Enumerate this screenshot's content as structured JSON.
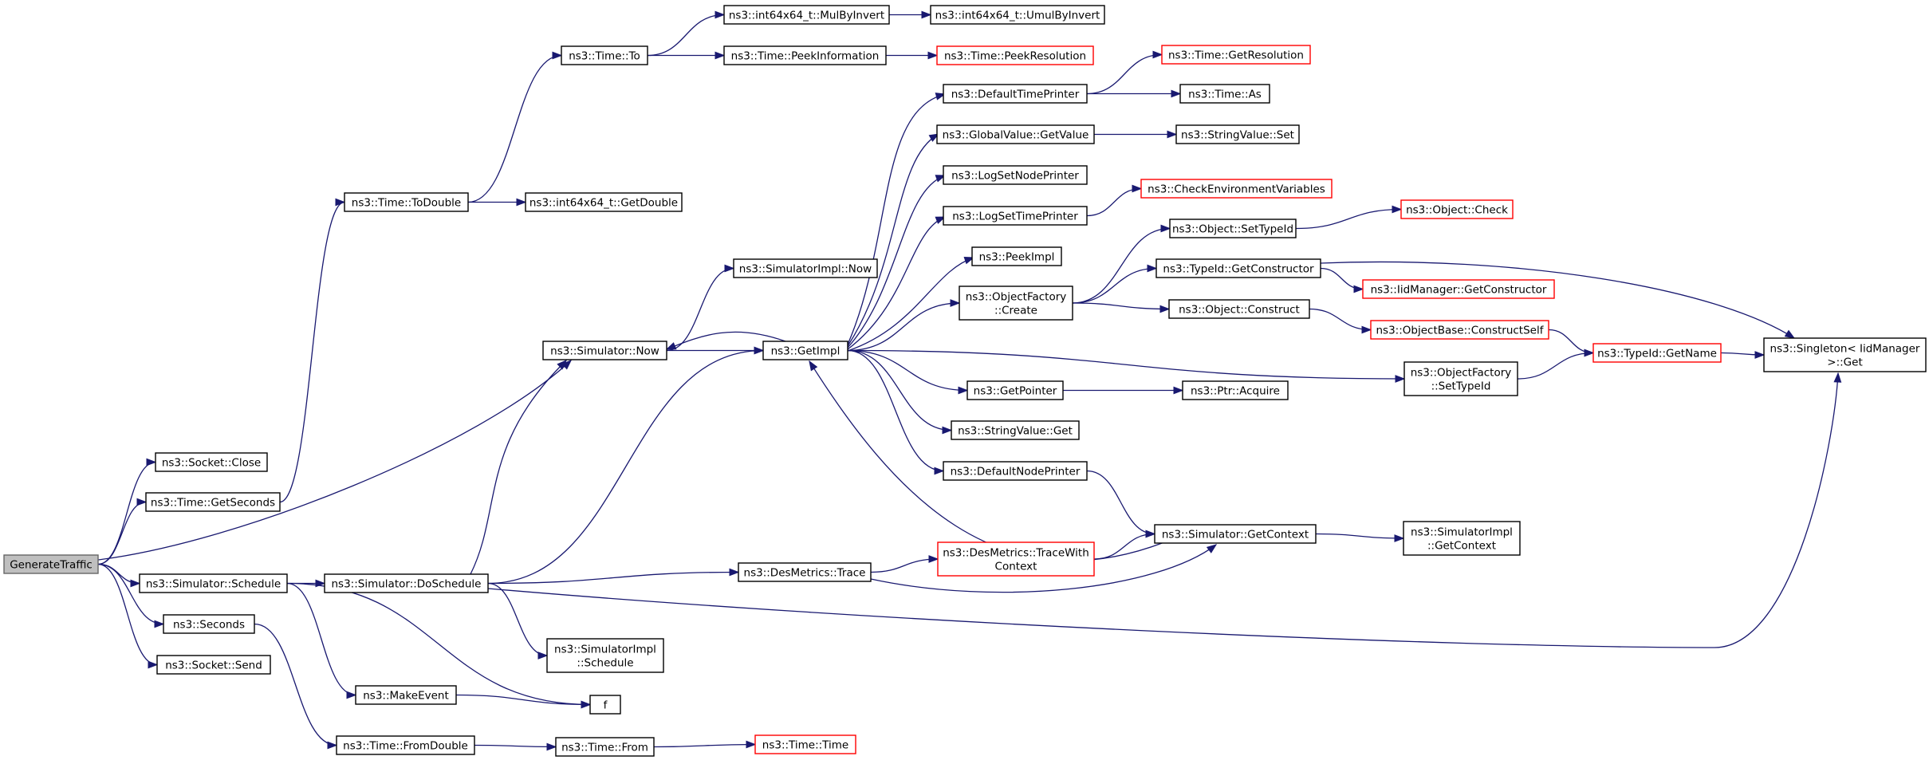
{
  "colors": {
    "edge": "#191970",
    "node_border": "#000000",
    "truncated_border": "#ff0000",
    "root_fill": "#bfbfbf",
    "background": "#ffffff"
  },
  "nodes": {
    "generate_traffic": [
      "GenerateTraffic"
    ],
    "socket_close": [
      "ns3::Socket::Close"
    ],
    "time_getseconds": [
      "ns3::Time::GetSeconds"
    ],
    "simulator_schedule": [
      "ns3::Simulator::Schedule"
    ],
    "seconds": [
      "ns3::Seconds"
    ],
    "socket_send": [
      "ns3::Socket::Send"
    ],
    "time_todouble": [
      "ns3::Time::ToDouble"
    ],
    "simulator_now": [
      "ns3::Simulator::Now"
    ],
    "simulator_doschedule": [
      "ns3::Simulator::DoSchedule"
    ],
    "makeevent": [
      "ns3::MakeEvent"
    ],
    "time_fromdouble": [
      "ns3::Time::FromDouble"
    ],
    "time_to": [
      "ns3::Time::To"
    ],
    "int64_getdouble": [
      "ns3::int64x64_t::GetDouble"
    ],
    "simulatorimpl_schedule": [
      "ns3::SimulatorImpl",
      "::Schedule"
    ],
    "f": [
      "f"
    ],
    "time_from": [
      "ns3::Time::From"
    ],
    "int64_mulbyinvert": [
      "ns3::int64x64_t::MulByInvert"
    ],
    "time_peekinformation": [
      "ns3::Time::PeekInformation"
    ],
    "simulatorimpl_now": [
      "ns3::SimulatorImpl::Now"
    ],
    "getimpl": [
      "ns3::GetImpl"
    ],
    "desmetrics_trace": [
      "ns3::DesMetrics::Trace"
    ],
    "time_time": [
      "ns3::Time::Time"
    ],
    "int64_umulbyinvert": [
      "ns3::int64x64_t::UmulByInvert"
    ],
    "time_peekresolution": [
      "ns3::Time::PeekResolution"
    ],
    "defaulttimeprinter": [
      "ns3::DefaultTimePrinter"
    ],
    "globalvalue_getvalue": [
      "ns3::GlobalValue::GetValue"
    ],
    "logsetnodeprinter": [
      "ns3::LogSetNodePrinter"
    ],
    "logsettimeprinter": [
      "ns3::LogSetTimePrinter"
    ],
    "peekimpl": [
      "ns3::PeekImpl"
    ],
    "objectfactory_create": [
      "ns3::ObjectFactory",
      "::Create"
    ],
    "getpointer": [
      "ns3::GetPointer"
    ],
    "stringvalue_get": [
      "ns3::StringValue::Get"
    ],
    "defaultnodeprinter": [
      "ns3::DefaultNodePrinter"
    ],
    "desmetrics_tracewithcontext": [
      "ns3::DesMetrics::TraceWith",
      "Context"
    ],
    "time_getresolution": [
      "ns3::Time::GetResolution"
    ],
    "time_as": [
      "ns3::Time::As"
    ],
    "stringvalue_set": [
      "ns3::StringValue::Set"
    ],
    "checkenvironmentvariables": [
      "ns3::CheckEnvironmentVariables"
    ],
    "object_settypeid": [
      "ns3::Object::SetTypeId"
    ],
    "typeid_getconstructor": [
      "ns3::TypeId::GetConstructor"
    ],
    "object_construct": [
      "ns3::Object::Construct"
    ],
    "ptr_acquire": [
      "ns3::Ptr::Acquire"
    ],
    "simulator_getcontext": [
      "ns3::Simulator::GetContext"
    ],
    "object_check": [
      "ns3::Object::Check"
    ],
    "iidmanager_getconstructor": [
      "ns3::IidManager::GetConstructor"
    ],
    "objectbase_constructself": [
      "ns3::ObjectBase::ConstructSelf"
    ],
    "objectfactory_settypeid": [
      "ns3::ObjectFactory",
      "::SetTypeId"
    ],
    "simulatorimpl_getcontext": [
      "ns3::SimulatorImpl",
      "::GetContext"
    ],
    "typeid_getname": [
      "ns3::TypeId::GetName"
    ],
    "singleton_iidmanager_get": [
      "ns3::Singleton< IidManager",
      " >::Get"
    ]
  },
  "root_node": "generate_traffic",
  "truncated_nodes": [
    "time_peekresolution",
    "time_getresolution",
    "checkenvironmentvariables",
    "object_check",
    "iidmanager_getconstructor",
    "objectbase_constructself",
    "typeid_getname",
    "desmetrics_tracewithcontext",
    "time_time"
  ],
  "edges": [
    [
      "generate_traffic",
      "socket_close"
    ],
    [
      "generate_traffic",
      "time_getseconds"
    ],
    [
      "generate_traffic",
      "simulator_now"
    ],
    [
      "generate_traffic",
      "simulator_schedule"
    ],
    [
      "generate_traffic",
      "seconds"
    ],
    [
      "generate_traffic",
      "socket_send"
    ],
    [
      "time_getseconds",
      "time_todouble"
    ],
    [
      "time_todouble",
      "time_to"
    ],
    [
      "time_todouble",
      "int64_getdouble"
    ],
    [
      "time_to",
      "int64_mulbyinvert"
    ],
    [
      "time_to",
      "time_peekinformation"
    ],
    [
      "int64_mulbyinvert",
      "int64_umulbyinvert"
    ],
    [
      "time_peekinformation",
      "time_peekresolution"
    ],
    [
      "simulator_now",
      "simulatorimpl_now"
    ],
    [
      "simulator_now",
      "getimpl"
    ],
    [
      "simulator_schedule",
      "simulator_doschedule"
    ],
    [
      "simulator_schedule",
      "makeevent"
    ],
    [
      "simulator_schedule",
      "f"
    ],
    [
      "seconds",
      "time_fromdouble"
    ],
    [
      "simulator_doschedule",
      "simulator_now"
    ],
    [
      "simulator_doschedule",
      "getimpl"
    ],
    [
      "simulator_doschedule",
      "desmetrics_trace"
    ],
    [
      "simulator_doschedule",
      "simulatorimpl_schedule"
    ],
    [
      "simulator_doschedule",
      "singleton_iidmanager_get"
    ],
    [
      "makeevent",
      "f"
    ],
    [
      "time_fromdouble",
      "time_from"
    ],
    [
      "time_from",
      "time_time"
    ],
    [
      "getimpl",
      "simulator_now"
    ],
    [
      "getimpl",
      "defaulttimeprinter"
    ],
    [
      "getimpl",
      "globalvalue_getvalue"
    ],
    [
      "getimpl",
      "logsetnodeprinter"
    ],
    [
      "getimpl",
      "logsettimeprinter"
    ],
    [
      "getimpl",
      "peekimpl"
    ],
    [
      "getimpl",
      "objectfactory_create"
    ],
    [
      "getimpl",
      "objectfactory_settypeid"
    ],
    [
      "getimpl",
      "getpointer"
    ],
    [
      "getimpl",
      "stringvalue_get"
    ],
    [
      "getimpl",
      "defaultnodeprinter"
    ],
    [
      "defaulttimeprinter",
      "time_getresolution"
    ],
    [
      "defaulttimeprinter",
      "time_as"
    ],
    [
      "globalvalue_getvalue",
      "stringvalue_set"
    ],
    [
      "logsettimeprinter",
      "checkenvironmentvariables"
    ],
    [
      "objectfactory_create",
      "object_settypeid"
    ],
    [
      "objectfactory_create",
      "typeid_getconstructor"
    ],
    [
      "objectfactory_create",
      "object_construct"
    ],
    [
      "object_settypeid",
      "object_check"
    ],
    [
      "typeid_getconstructor",
      "iidmanager_getconstructor"
    ],
    [
      "typeid_getconstructor",
      "singleton_iidmanager_get"
    ],
    [
      "object_construct",
      "objectbase_constructself"
    ],
    [
      "objectbase_constructself",
      "typeid_getname"
    ],
    [
      "objectfactory_settypeid",
      "typeid_getname"
    ],
    [
      "typeid_getname",
      "singleton_iidmanager_get"
    ],
    [
      "getpointer",
      "ptr_acquire"
    ],
    [
      "defaultnodeprinter",
      "simulator_getcontext"
    ],
    [
      "simulator_getcontext",
      "getimpl"
    ],
    [
      "simulator_getcontext",
      "simulatorimpl_getcontext"
    ],
    [
      "desmetrics_trace",
      "desmetrics_tracewithcontext"
    ],
    [
      "desmetrics_trace",
      "simulator_getcontext"
    ],
    [
      "desmetrics_tracewithcontext",
      "simulator_getcontext"
    ]
  ]
}
